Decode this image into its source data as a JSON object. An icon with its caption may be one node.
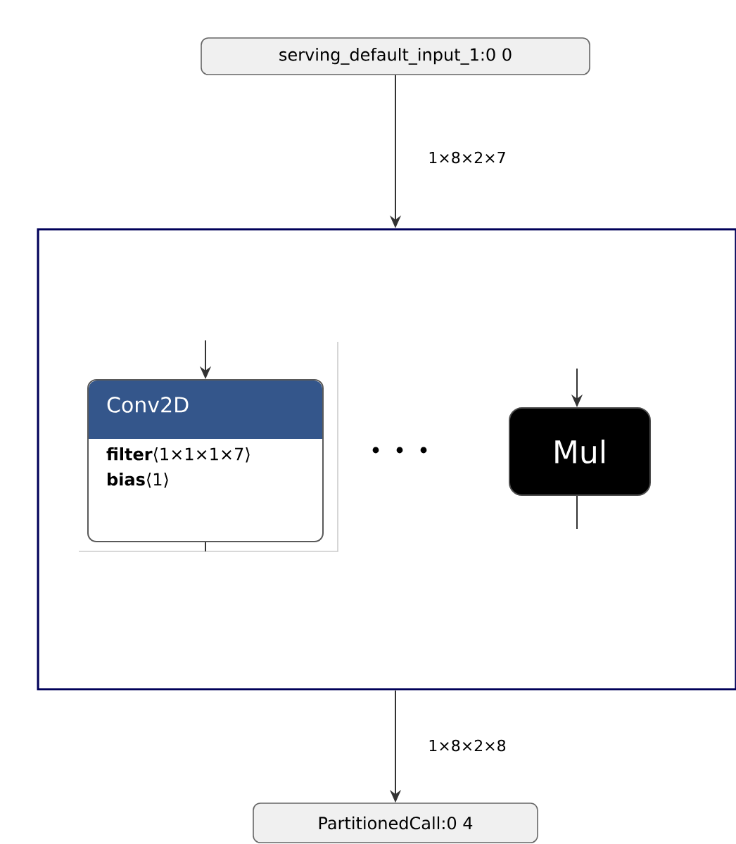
{
  "diagram": {
    "nodes": [
      {
        "text": [
          "serving_default_input_1:0 0"
        ]
      },
      {
        "text": [],
        "shape": "box"
      },
      {
        "text": [
          "Conv2D",
          "**filter**⟨1×1×1×7⟩",
          "**bias**⟨1⟩"
        ],
        "in": 1
      },
      {
        "text": [
          "Mul"
        ],
        "in": 1
      },
      {
        "text": [
          "PartitionedCall:0 4"
        ]
      }
    ],
    "edges": [
      {
        "from": 0,
        "to": 1,
        "arrow": "to",
        "label": "1×8×2×7"
      },
      {
        "from": 1,
        "to": 4,
        "arrow": "to",
        "label": "1×8×2×8"
      },
      {
        "from": null,
        "to": 2,
        "arrow": "to"
      },
      {
        "from": 2,
        "to": null,
        "arrow": "none"
      },
      {
        "from": null,
        "to": 3,
        "arrow": "to"
      },
      {
        "from": 3,
        "to": null,
        "arrow": "none"
      }
    ]
  }
}
